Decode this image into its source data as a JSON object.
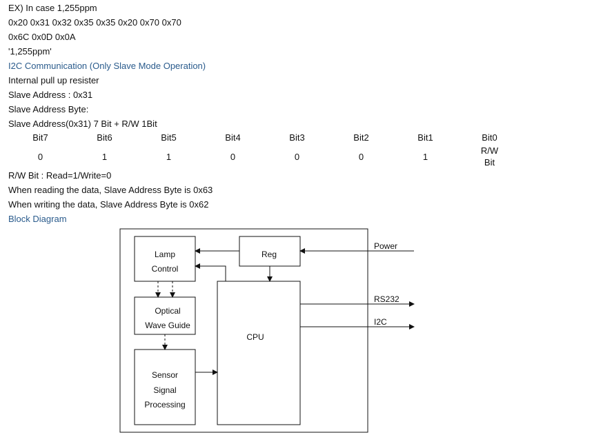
{
  "text_lines": {
    "example": "EX) In case 1,255ppm",
    "hex_line1": "0x20 0x31 0x32 0x35 0x35 0x20 0x70 0x70",
    "hex_line2": "0x6C 0x0D 0x0A",
    "ascii": "'1,255ppm'",
    "i2c_heading": "I2C Communication (Only Slave Mode Operation)",
    "pullup": "Internal pull up resister",
    "slave_address": "Slave Address : 0x31",
    "slave_address_byte": "Slave Address Byte:",
    "slave_address_bits": "Slave Address(0x31) 7 Bit + R/W 1Bit",
    "rw_bit": "R/W Bit : Read=1/Write=0",
    "reading": "When reading the data, Slave Address Byte is 0x63",
    "writing": "When writing the data, Slave Address Byte is 0x62",
    "block_heading": "Block Diagram"
  },
  "bit_table": {
    "headers": [
      "Bit7",
      "Bit6",
      "Bit5",
      "Bit4",
      "Bit3",
      "Bit2",
      "Bit1",
      "Bit0"
    ],
    "values": [
      "0",
      "1",
      "1",
      "0",
      "0",
      "0",
      "1",
      "R/W"
    ],
    "last_value_line2": "Bit"
  },
  "diagram": {
    "lamp_line1": "Lamp",
    "lamp_line2": "Control",
    "reg": "Reg",
    "optical_line1": "Optical",
    "optical_line2": "Wave Guide",
    "sensor_line1": "Sensor",
    "sensor_line2": "Signal",
    "sensor_line3": "Processing",
    "cpu": "CPU",
    "power": "Power",
    "rs232": "RS232",
    "i2c": "I2C"
  },
  "colors": {
    "heading": "#2a5b8c",
    "text": "#111111"
  }
}
